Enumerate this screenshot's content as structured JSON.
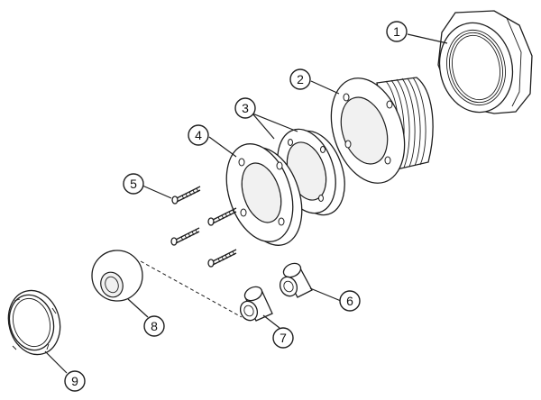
{
  "callouts": [
    {
      "id": "part-1",
      "label": "1"
    },
    {
      "id": "part-2",
      "label": "2"
    },
    {
      "id": "part-3",
      "label": "3"
    },
    {
      "id": "part-4",
      "label": "4"
    },
    {
      "id": "part-5",
      "label": "5"
    },
    {
      "id": "part-6",
      "label": "6"
    },
    {
      "id": "part-7",
      "label": "7"
    },
    {
      "id": "part-8",
      "label": "8"
    },
    {
      "id": "part-9",
      "label": "9"
    }
  ]
}
